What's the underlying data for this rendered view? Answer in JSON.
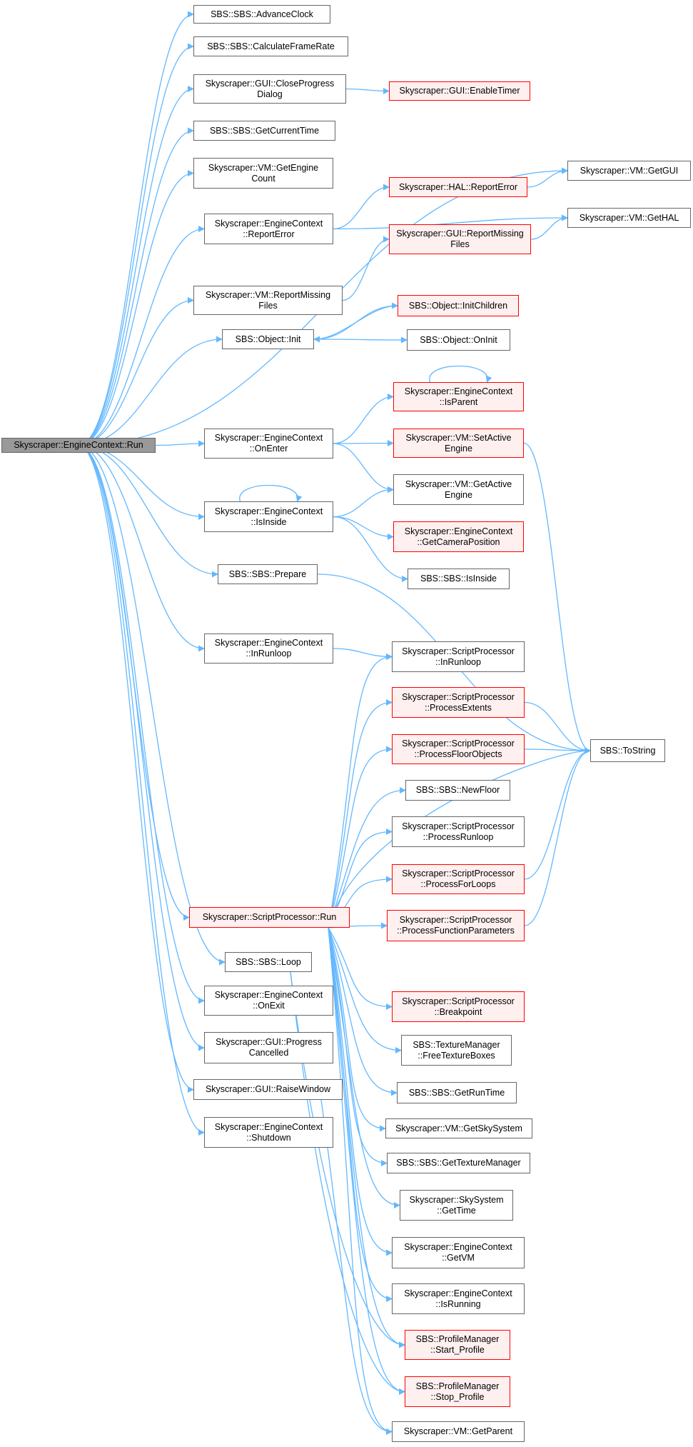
{
  "graph": {
    "nodes": [
      {
        "id": "root",
        "lines": [
          "Skyscraper::EngineContext::Run"
        ],
        "style": "root"
      },
      {
        "id": "advanceclock",
        "lines": [
          "SBS::SBS::AdvanceClock"
        ],
        "style": "normal"
      },
      {
        "id": "calcframerate",
        "lines": [
          "SBS::SBS::CalculateFrameRate"
        ],
        "style": "normal"
      },
      {
        "id": "closeprogress",
        "lines": [
          "Skyscraper::GUI::CloseProgress",
          "Dialog"
        ],
        "style": "normal"
      },
      {
        "id": "enabletimer",
        "lines": [
          "Skyscraper::GUI::EnableTimer"
        ],
        "style": "red"
      },
      {
        "id": "getcurrenttime",
        "lines": [
          "SBS::SBS::GetCurrentTime"
        ],
        "style": "normal"
      },
      {
        "id": "getenginecount",
        "lines": [
          "Skyscraper::VM::GetEngine",
          "Count"
        ],
        "style": "normal"
      },
      {
        "id": "getgui",
        "lines": [
          "Skyscraper::VM::GetGUI"
        ],
        "style": "normal"
      },
      {
        "id": "halreporterror",
        "lines": [
          "Skyscraper::HAL::ReportError"
        ],
        "style": "red"
      },
      {
        "id": "ecreporterror",
        "lines": [
          "Skyscraper::EngineContext",
          "::ReportError"
        ],
        "style": "normal"
      },
      {
        "id": "gethal",
        "lines": [
          "Skyscraper::VM::GetHAL"
        ],
        "style": "normal"
      },
      {
        "id": "guireportmissing",
        "lines": [
          "Skyscraper::GUI::ReportMissing",
          "Files"
        ],
        "style": "red"
      },
      {
        "id": "vmreportmissing",
        "lines": [
          "Skyscraper::VM::ReportMissing",
          "Files"
        ],
        "style": "normal"
      },
      {
        "id": "initchildren",
        "lines": [
          "SBS::Object::InitChildren"
        ],
        "style": "red"
      },
      {
        "id": "objinit",
        "lines": [
          "SBS::Object::Init"
        ],
        "style": "normal"
      },
      {
        "id": "oninit",
        "lines": [
          "SBS::Object::OnInit"
        ],
        "style": "normal"
      },
      {
        "id": "isparent",
        "lines": [
          "Skyscraper::EngineContext",
          "::IsParent"
        ],
        "style": "red"
      },
      {
        "id": "onenter",
        "lines": [
          "Skyscraper::EngineContext",
          "::OnEnter"
        ],
        "style": "normal"
      },
      {
        "id": "setactive",
        "lines": [
          "Skyscraper::VM::SetActive",
          "Engine"
        ],
        "style": "red"
      },
      {
        "id": "getactive",
        "lines": [
          "Skyscraper::VM::GetActive",
          "Engine"
        ],
        "style": "normal"
      },
      {
        "id": "ecisinside",
        "lines": [
          "Skyscraper::EngineContext",
          "::IsInside"
        ],
        "style": "normal"
      },
      {
        "id": "getcampos",
        "lines": [
          "Skyscraper::EngineContext",
          "::GetCameraPosition"
        ],
        "style": "red"
      },
      {
        "id": "sbsisinside",
        "lines": [
          "SBS::SBS::IsInside"
        ],
        "style": "normal"
      },
      {
        "id": "prepare",
        "lines": [
          "SBS::SBS::Prepare"
        ],
        "style": "normal"
      },
      {
        "id": "ecinrunloop",
        "lines": [
          "Skyscraper::EngineContext",
          "::InRunloop"
        ],
        "style": "normal"
      },
      {
        "id": "spinrunloop",
        "lines": [
          "Skyscraper::ScriptProcessor",
          "::InRunloop"
        ],
        "style": "normal"
      },
      {
        "id": "processextents",
        "lines": [
          "Skyscraper::ScriptProcessor",
          "::ProcessExtents"
        ],
        "style": "red"
      },
      {
        "id": "tostring",
        "lines": [
          "SBS::ToString"
        ],
        "style": "normal"
      },
      {
        "id": "processfloorobjects",
        "lines": [
          "Skyscraper::ScriptProcessor",
          "::ProcessFloorObjects"
        ],
        "style": "red"
      },
      {
        "id": "newfloor",
        "lines": [
          "SBS::SBS::NewFloor"
        ],
        "style": "normal"
      },
      {
        "id": "processrunloop",
        "lines": [
          "Skyscraper::ScriptProcessor",
          "::ProcessRunloop"
        ],
        "style": "normal"
      },
      {
        "id": "processforloops",
        "lines": [
          "Skyscraper::ScriptProcessor",
          "::ProcessForLoops"
        ],
        "style": "red"
      },
      {
        "id": "sprun",
        "lines": [
          "Skyscraper::ScriptProcessor::Run"
        ],
        "style": "red"
      },
      {
        "id": "processfuncparams",
        "lines": [
          "Skyscraper::ScriptProcessor",
          "::ProcessFunctionParameters"
        ],
        "style": "red"
      },
      {
        "id": "loop",
        "lines": [
          "SBS::SBS::Loop"
        ],
        "style": "normal"
      },
      {
        "id": "onexit",
        "lines": [
          "Skyscraper::EngineContext",
          "::OnExit"
        ],
        "style": "normal"
      },
      {
        "id": "breakpoint",
        "lines": [
          "Skyscraper::ScriptProcessor",
          "::Breakpoint"
        ],
        "style": "red"
      },
      {
        "id": "freetextureboxes",
        "lines": [
          "SBS::TextureManager",
          "::FreeTextureBoxes"
        ],
        "style": "normal"
      },
      {
        "id": "progresscancelled",
        "lines": [
          "Skyscraper::GUI::Progress",
          "Cancelled"
        ],
        "style": "normal"
      },
      {
        "id": "getruntime",
        "lines": [
          "SBS::SBS::GetRunTime"
        ],
        "style": "normal"
      },
      {
        "id": "raisewindow",
        "lines": [
          "Skyscraper::GUI::RaiseWindow"
        ],
        "style": "normal"
      },
      {
        "id": "shutdown",
        "lines": [
          "Skyscraper::EngineContext",
          "::Shutdown"
        ],
        "style": "normal"
      },
      {
        "id": "getskysystem",
        "lines": [
          "Skyscraper::VM::GetSkySystem"
        ],
        "style": "normal"
      },
      {
        "id": "gettexturemanager",
        "lines": [
          "SBS::SBS::GetTextureManager"
        ],
        "style": "normal"
      },
      {
        "id": "skygettime",
        "lines": [
          "Skyscraper::SkySystem",
          "::GetTime"
        ],
        "style": "normal"
      },
      {
        "id": "ecgetvm",
        "lines": [
          "Skyscraper::EngineContext",
          "::GetVM"
        ],
        "style": "normal"
      },
      {
        "id": "ecisrunning",
        "lines": [
          "Skyscraper::EngineContext",
          "::IsRunning"
        ],
        "style": "normal"
      },
      {
        "id": "startprofile",
        "lines": [
          "SBS::ProfileManager",
          "::Start_Profile"
        ],
        "style": "red"
      },
      {
        "id": "stopprofile",
        "lines": [
          "SBS::ProfileManager",
          "::Stop_Profile"
        ],
        "style": "red"
      },
      {
        "id": "getparent",
        "lines": [
          "Skyscraper::VM::GetParent"
        ],
        "style": "normal"
      }
    ],
    "edges": [
      [
        "root",
        "advanceclock"
      ],
      [
        "root",
        "calcframerate"
      ],
      [
        "root",
        "closeprogress"
      ],
      [
        "root",
        "getcurrenttime"
      ],
      [
        "root",
        "getenginecount"
      ],
      [
        "root",
        "getgui"
      ],
      [
        "root",
        "ecreporterror"
      ],
      [
        "root",
        "vmreportmissing"
      ],
      [
        "root",
        "objinit"
      ],
      [
        "root",
        "onenter"
      ],
      [
        "root",
        "ecisinside"
      ],
      [
        "root",
        "prepare"
      ],
      [
        "root",
        "ecinrunloop"
      ],
      [
        "root",
        "sprun"
      ],
      [
        "root",
        "loop"
      ],
      [
        "root",
        "onexit"
      ],
      [
        "root",
        "progresscancelled"
      ],
      [
        "root",
        "raisewindow"
      ],
      [
        "root",
        "shutdown"
      ],
      [
        "closeprogress",
        "enabletimer"
      ],
      [
        "ecreporterror",
        "halreporterror"
      ],
      [
        "ecreporterror",
        "gethal"
      ],
      [
        "halreporterror",
        "getgui"
      ],
      [
        "vmreportmissing",
        "guireportmissing"
      ],
      [
        "guireportmissing",
        "gethal"
      ],
      [
        "objinit",
        "initchildren"
      ],
      [
        "initchildren",
        "objinit"
      ],
      [
        "objinit",
        "oninit"
      ],
      [
        "isparent",
        "isparent"
      ],
      [
        "onenter",
        "isparent"
      ],
      [
        "onenter",
        "setactive"
      ],
      [
        "onenter",
        "getactive"
      ],
      [
        "setactive",
        "tostring"
      ],
      [
        "ecisinside",
        "ecisinside"
      ],
      [
        "ecisinside",
        "getactive"
      ],
      [
        "ecisinside",
        "getcampos"
      ],
      [
        "ecisinside",
        "sbsisinside"
      ],
      [
        "prepare",
        "tostring"
      ],
      [
        "ecinrunloop",
        "spinrunloop"
      ],
      [
        "processextents",
        "tostring"
      ],
      [
        "processfloorobjects",
        "tostring"
      ],
      [
        "processforloops",
        "tostring"
      ],
      [
        "processfuncparams",
        "tostring"
      ],
      [
        "sprun",
        "spinrunloop"
      ],
      [
        "sprun",
        "processextents"
      ],
      [
        "sprun",
        "processfloorobjects"
      ],
      [
        "sprun",
        "newfloor"
      ],
      [
        "sprun",
        "processrunloop"
      ],
      [
        "sprun",
        "processforloops"
      ],
      [
        "sprun",
        "processfuncparams"
      ],
      [
        "sprun",
        "tostring"
      ],
      [
        "sprun",
        "breakpoint"
      ],
      [
        "sprun",
        "freetextureboxes"
      ],
      [
        "sprun",
        "getruntime"
      ],
      [
        "sprun",
        "getskysystem"
      ],
      [
        "sprun",
        "gettexturemanager"
      ],
      [
        "sprun",
        "skygettime"
      ],
      [
        "sprun",
        "ecgetvm"
      ],
      [
        "sprun",
        "ecisrunning"
      ],
      [
        "sprun",
        "startprofile"
      ],
      [
        "sprun",
        "stopprofile"
      ],
      [
        "sprun",
        "getparent"
      ],
      [
        "loop",
        "startprofile"
      ],
      [
        "loop",
        "stopprofile"
      ],
      [
        "raisewindow",
        "getparent"
      ]
    ]
  }
}
